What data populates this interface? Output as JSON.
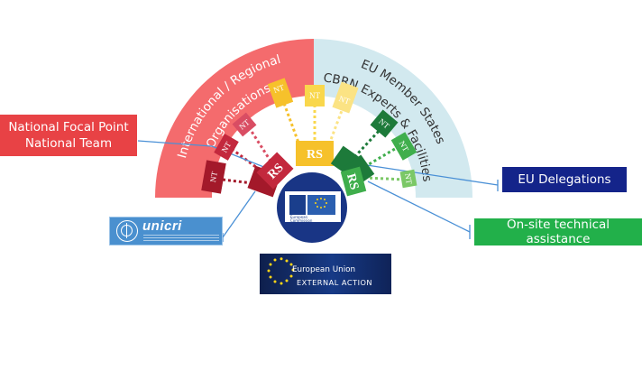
{
  "arcs": {
    "left": {
      "label_lines": [
        "International / Regional",
        "Organisations"
      ],
      "color": "#f46b6d"
    },
    "right": {
      "label_lines": [
        "EU Member States",
        "CBRN Experts & Facilities"
      ],
      "color": "#d2e9ef"
    }
  },
  "nodes": {
    "rs": "RS",
    "nt": "NT"
  },
  "colors": {
    "darkred": "#a3192a",
    "red": "#c3283d",
    "pinkred": "#d94d63",
    "gold": "#f6c12b",
    "yellow": "#f9d74c",
    "pale_yellow": "#fbe384",
    "darkgreen": "#1d7a3a",
    "green": "#3fae4c",
    "lightgreen": "#7bc866",
    "commission_circle": "#193585"
  },
  "center": {
    "icon": "european-commission-logo",
    "caption_lines": [
      "European",
      "Commission"
    ]
  },
  "callouts": {
    "national_focal_point": {
      "lines": [
        "National Focal Point",
        "National Team"
      ],
      "color": "#e84245"
    },
    "eu_delegations": {
      "label": "EU Delegations",
      "color": "#14248a"
    },
    "onsite": {
      "label": "On-site technical assistance",
      "color": "#22b04a"
    }
  },
  "logos": {
    "unicri": {
      "wordmark": "unicri",
      "icon": "un-emblem-icon"
    },
    "eeas": {
      "line1": "European Union",
      "line2": "EXTERNAL ACTION",
      "icon": "eu-stars-icon"
    }
  }
}
